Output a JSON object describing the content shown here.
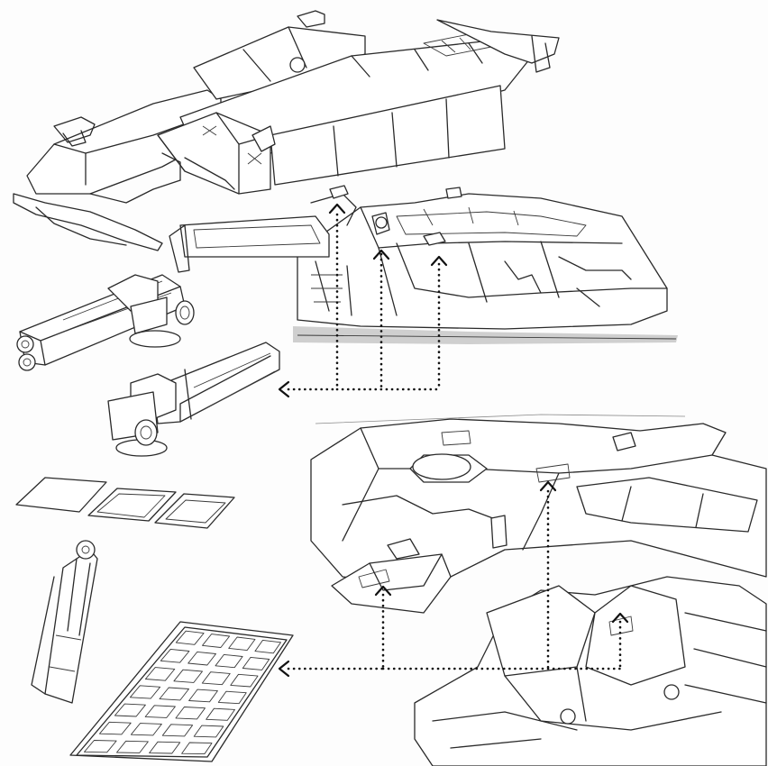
{
  "figure": {
    "colors": {
      "ink": "#2a2a2a",
      "paper": "#fdfdfd",
      "leader": "#111111",
      "ground": "#cfcfcf"
    },
    "parts": [
      "weapon-container-assembly",
      "base-vehicle-side-view",
      "twin-barrel-cannon",
      "single-cannon",
      "decal-sheets",
      "support-strut",
      "mesh-grille-panel",
      "base-vehicle-top-view"
    ],
    "icons": [
      "arrow-left-icon",
      "arrow-up-icon"
    ]
  }
}
